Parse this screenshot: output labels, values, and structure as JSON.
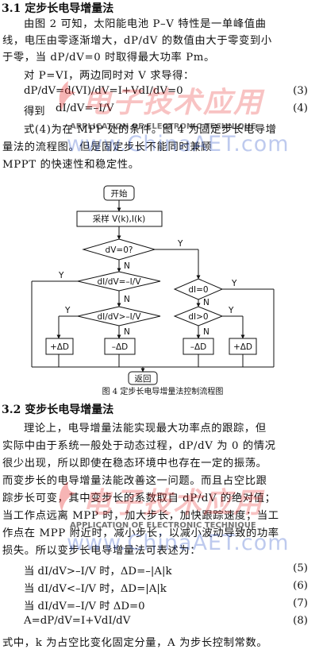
{
  "section1": {
    "heading": "3.1  定步长电导增量法",
    "lines": [
      "由图 2 可知，太阳能电池 P–V 特性是一单峰值曲",
      "线，电压由零逐渐增大，dP/dV 的数值由大于零变到小",
      "于零，当 dP/dV=0 时取得最大功率 Pm。",
      "对 P=VI，两边同时对 V 求导得："
    ],
    "eq3": "dP/dV=d(VI)/dV=I+VdI/dV=0",
    "eq3_num": "(3)",
    "eq4_prefix": "得到",
    "eq4": "dI/dV=–I/V",
    "eq4_num": "(4)",
    "after_lines": [
      "式(4)为在 MPP 处的条件。图 4 为固定步长电导增",
      "量法的流程图。但是固定步长不能同时兼顾",
      "MPPT 的快速性和稳定性。"
    ]
  },
  "flowchart": {
    "start": "开始",
    "sample": "采样 V(k),I(k)",
    "d1": "dV=0?",
    "d2": "dI/dV=–I/V",
    "d3": "dI=0",
    "d4": "dI/dV>–I/V",
    "d5": "dI>0",
    "b1": "+ΔD",
    "b2": "–ΔD",
    "b3": "–ΔD",
    "b4": "+ΔD",
    "ret": "返回",
    "yes": "Y",
    "no": "N",
    "caption": "图 4    定步长电导增量法控制流程图"
  },
  "section2": {
    "heading": "3.2  变步长电导增量法",
    "lines": [
      "理论上，电导增量法能实现最大功率点的跟踪，但",
      "实际中由于系统一般处于动态过程，dP/dV 为 0 的情况",
      "很少出现，所以即使在稳态环境中也存在一定的振荡。",
      "而变步长的电导增量法能改善这一问题。而且占空比跟",
      "踪步长可变，其中变步长的系数取自 dP/dV 的绝对值；",
      "当工作点远离 MPP 时，加大步长，加快跟踪速度；当工",
      "作点在 MPP 附近时，减小步长，以减小波动导致的功率",
      "损失。所以变步长电导增量法可表述为："
    ],
    "eqs": [
      {
        "text": "当 dI/dV>–I/V 时，ΔD=–|A|k",
        "num": "(5)"
      },
      {
        "text": "当 dI/dV<–I/V 时，ΔD=|A|k",
        "num": "(6)"
      },
      {
        "text": "当 dI/dV=–I/V 时 ΔD=0",
        "num": "(7)"
      },
      {
        "text": "A=dP/dV=I+VdI/dV",
        "num": "(8)"
      }
    ],
    "final": "式中，k 为占空比变化固定分量，A 为步长控制常数。"
  },
  "watermark": {
    "cn": "电子技术应用",
    "en": "APPLICATION OF ELECTRONIC TECHNIQUE",
    "url": "www.ChinaAET.com"
  }
}
